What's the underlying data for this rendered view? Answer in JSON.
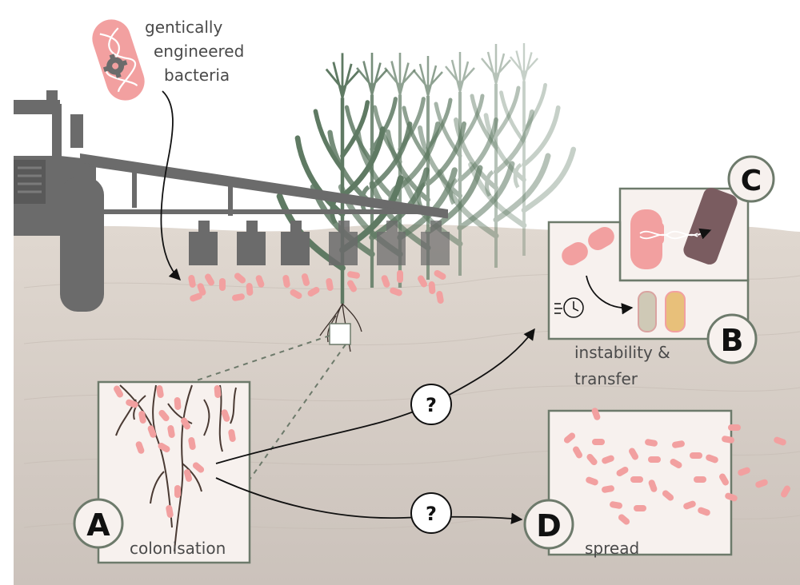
{
  "callout": {
    "line1": "gentically",
    "line2": "engineered",
    "line3": "bacteria"
  },
  "panels": {
    "A": {
      "badge": "A",
      "caption": "colonisation"
    },
    "B": {
      "badge": "B",
      "caption_line1": "instability &",
      "caption_line2": "transfer"
    },
    "C": {
      "badge": "C"
    },
    "D": {
      "badge": "D",
      "caption": "spread"
    }
  },
  "question_marks": [
    "?",
    "?"
  ],
  "colors": {
    "soil": "#d7cfc8",
    "sky": "#ffffff",
    "tractor": "#6b6b6b",
    "maize": "#5f7a63",
    "bacteria": "#f2a0a0",
    "panel_border": "#6d7a6b",
    "panel_fill": "#f5efec",
    "recipient": "#7a5c60"
  },
  "icons": [
    "dna-icon",
    "gear-icon",
    "clock-icon",
    "arrow-icon"
  ]
}
